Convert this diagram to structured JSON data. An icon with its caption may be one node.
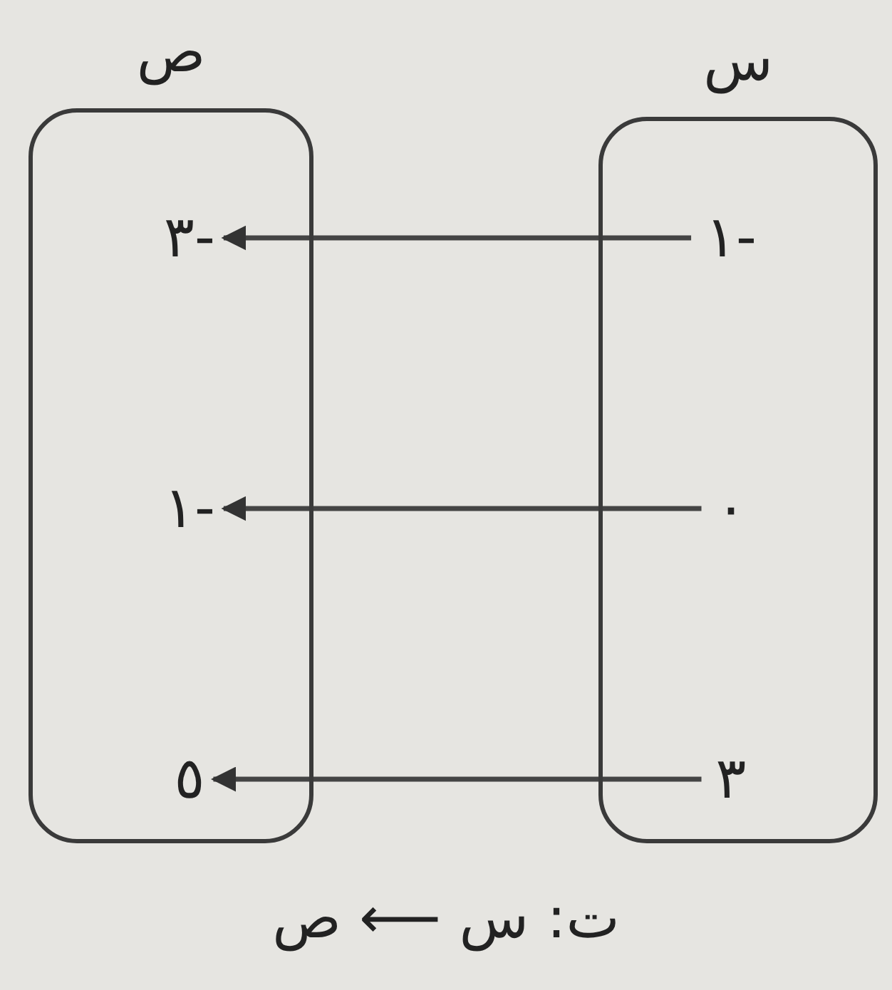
{
  "diagram": {
    "caption": "ت: س ⟵ ص",
    "nodes": [
      {
        "text": [
          "س"
        ]
      },
      {
        "text": [
          "ص"
        ]
      },
      {
        "text": [
          "١-"
        ],
        "in": 0
      },
      {
        "text": [
          "٠"
        ],
        "in": 0
      },
      {
        "text": [
          "٣"
        ],
        "in": 0
      },
      {
        "text": [
          "٣-"
        ],
        "in": 1
      },
      {
        "text": [
          "١-"
        ],
        "in": 1
      },
      {
        "text": [
          "٥"
        ],
        "in": 1
      }
    ],
    "edges": [
      {
        "from": 2,
        "to": 5,
        "arrow": "to"
      },
      {
        "from": 3,
        "to": 6,
        "arrow": "to"
      },
      {
        "from": 4,
        "to": 7,
        "arrow": "to"
      }
    ]
  }
}
